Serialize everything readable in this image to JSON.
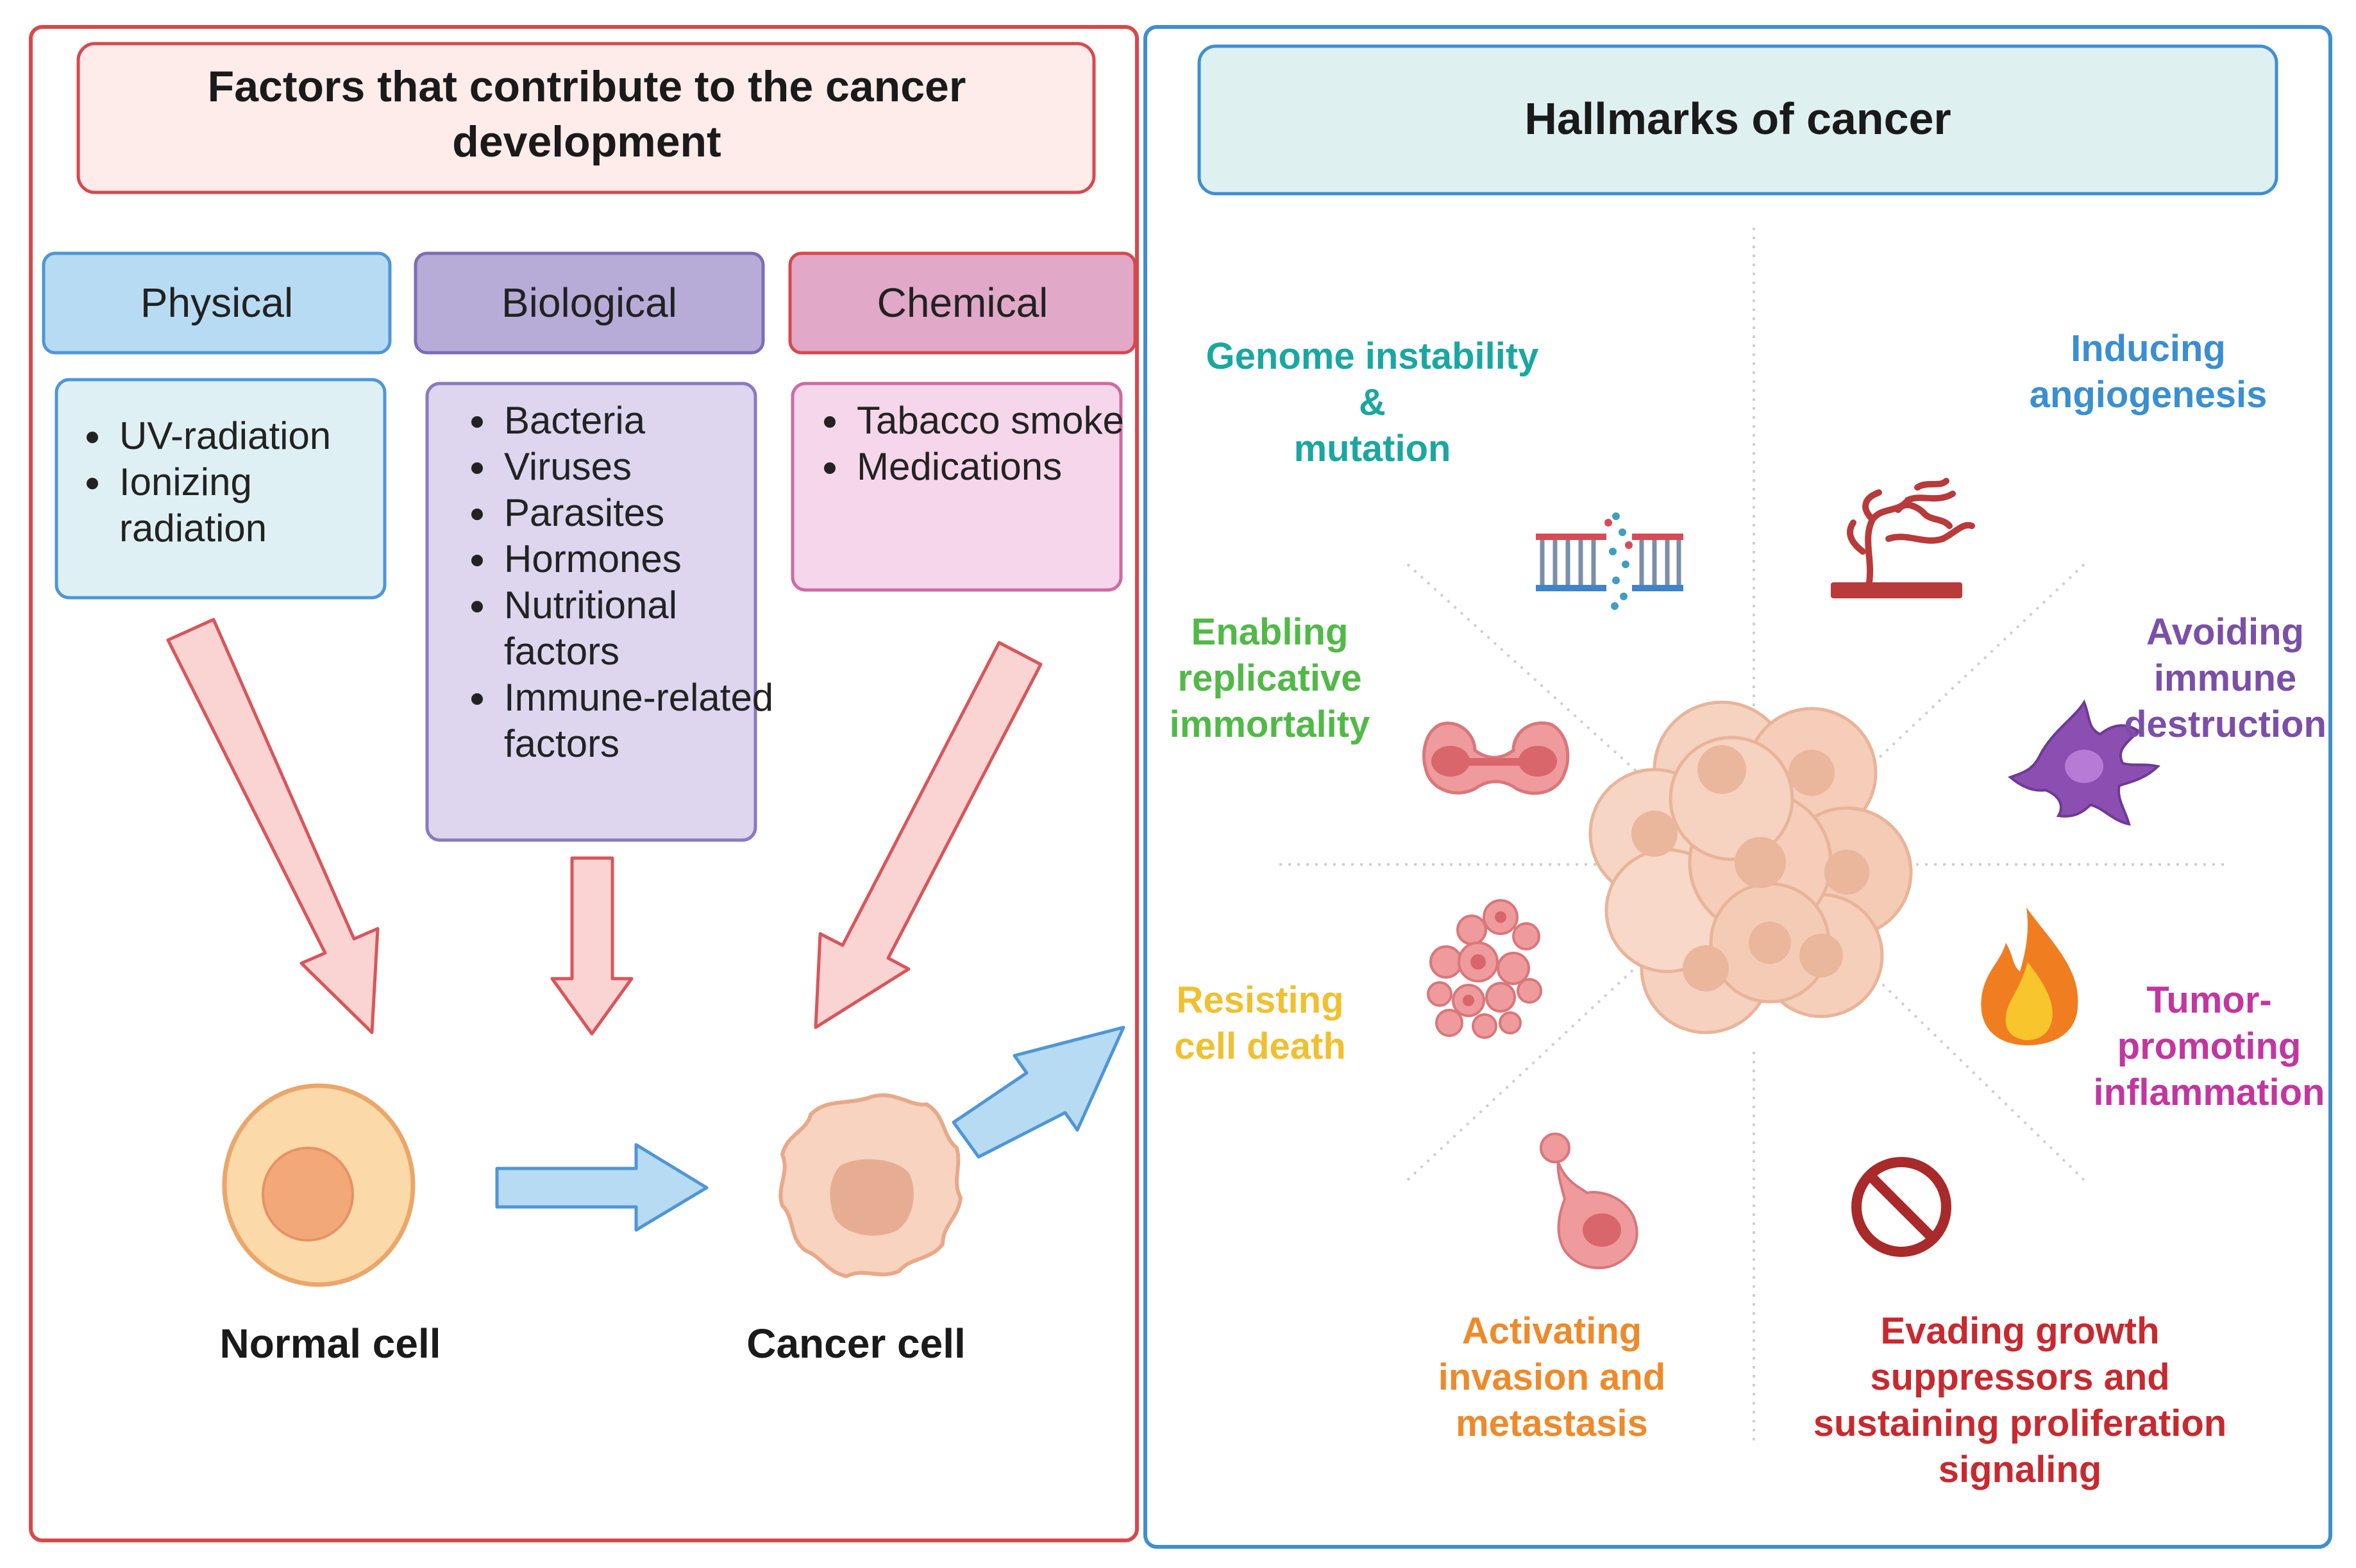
{
  "left_panel": {
    "title": "Factors that contribute to the cancer development",
    "categories": [
      {
        "label": "Physical",
        "items": [
          "UV-radiation",
          "Ionizing radiation"
        ]
      },
      {
        "label": "Biological",
        "items": [
          "Bacteria",
          "Viruses",
          "Parasites",
          "Hormones",
          "Nutritional factors",
          "Immune-related factors"
        ]
      },
      {
        "label": "Chemical",
        "items": [
          "Tabacco smoke",
          "Medications"
        ]
      }
    ],
    "normal_cell_label": "Normal cell",
    "cancer_cell_label": "Cancer cell"
  },
  "right_panel": {
    "title": "Hallmarks of cancer",
    "hallmarks": {
      "genome": {
        "line1": "Genome instability",
        "line2": "&",
        "line3": "mutation",
        "color": "#1aa7a1"
      },
      "angiogenesis": {
        "line1": "Inducing",
        "line2": "angiogenesis",
        "color": "#3a8fd0"
      },
      "immortality": {
        "line1": "Enabling",
        "line2": "replicative",
        "line3": "immortality",
        "color": "#52b948"
      },
      "immune": {
        "line1": "Avoiding",
        "line2": "immune",
        "line3": "destruction",
        "color": "#7b4fa8"
      },
      "death": {
        "line1": "Resisting",
        "line2": "cell death",
        "color": "#f0c030"
      },
      "inflammation": {
        "line1": "Tumor-",
        "line2": "promoting",
        "line3": "inflammation",
        "color": "#c236a0"
      },
      "invasion": {
        "line1": "Activating",
        "line2": "invasion and",
        "line3": "metastasis",
        "color": "#ee8a2a"
      },
      "growth": {
        "line1": "Evading growth",
        "line2": "suppressors and",
        "line3": "sustaining proliferation",
        "line4": "signaling",
        "color": "#c8292f"
      }
    }
  }
}
